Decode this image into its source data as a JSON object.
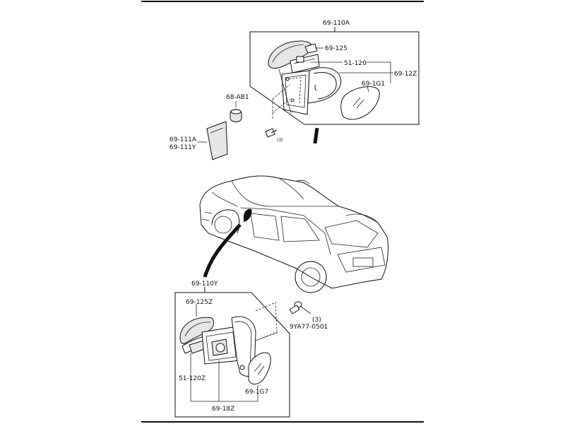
{
  "labels": {
    "p_69_110A": "69-110A",
    "p_69_125": "69-125",
    "p_51_120": "51-120",
    "p_69_12Z": "69-12Z",
    "p_69_1G1": "69-1G1",
    "p_68_AB1": "68-AB1",
    "p_69_111A": "69-111A",
    "p_69_111Y": "69-111Y",
    "screw_qty_top": "(3)",
    "p_69_110Y": "69-110Y",
    "p_69_125Z": "69-125Z",
    "screw_qty": "(3)",
    "p_9YA77_0501": "9YA77-0501",
    "p_51_120Z": "51-120Z",
    "p_69_1G7": "69-1G7",
    "p_69_18Z": "69-18Z"
  }
}
